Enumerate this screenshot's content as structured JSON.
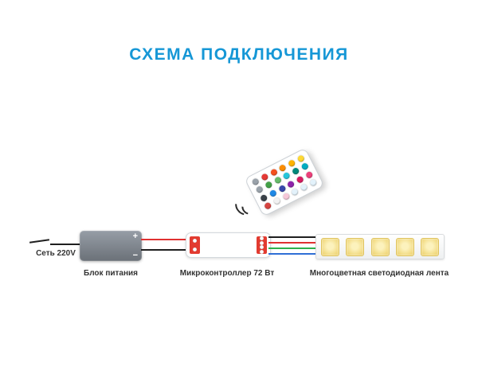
{
  "title": "СХЕМА ПОДКЛЮЧЕНИЯ",
  "colors": {
    "title_blue": "#1697d6",
    "wire_red": "#e03131",
    "wire_black": "#1f1f1f",
    "terminal_red": "#e23b30",
    "psu_dark": "#6b7178",
    "psu_light": "#969da6",
    "led_yellow": "#f1d97e",
    "label_text": "#333333"
  },
  "power_input": {
    "label": "Сеть 220V"
  },
  "psu": {
    "label": "Блок питания",
    "plus_symbol": "+",
    "minus_symbol": "−"
  },
  "controller": {
    "label": "Микроконтроллер 72 Вт",
    "left_terminal_pins": 2,
    "right_terminal_pins": 4
  },
  "strip": {
    "label": "Многоцветная светодиодная лента",
    "led_count": 5,
    "wire_colors": [
      "#1f1f1f",
      "#e03131",
      "#2eb14c",
      "#2f6fd6"
    ]
  },
  "remote": {
    "button_rows": [
      [
        "#9aa2aa",
        "#9aa2aa",
        "#3a4148",
        "#d64541"
      ],
      [
        "#e53935",
        "#43a047",
        "#1e88e5",
        "#f2f2f2"
      ],
      [
        "#f4511e",
        "#66bb6a",
        "#3949ab",
        "#f6c8d8"
      ],
      [
        "#fb8c00",
        "#26c6da",
        "#8e24aa",
        "#e3f2fb"
      ],
      [
        "#ffb300",
        "#00897b",
        "#d81b60",
        "#e3f2fb"
      ],
      [
        "#fdd835",
        "#00acc1",
        "#ec407a",
        "#e3f2fb"
      ]
    ]
  }
}
